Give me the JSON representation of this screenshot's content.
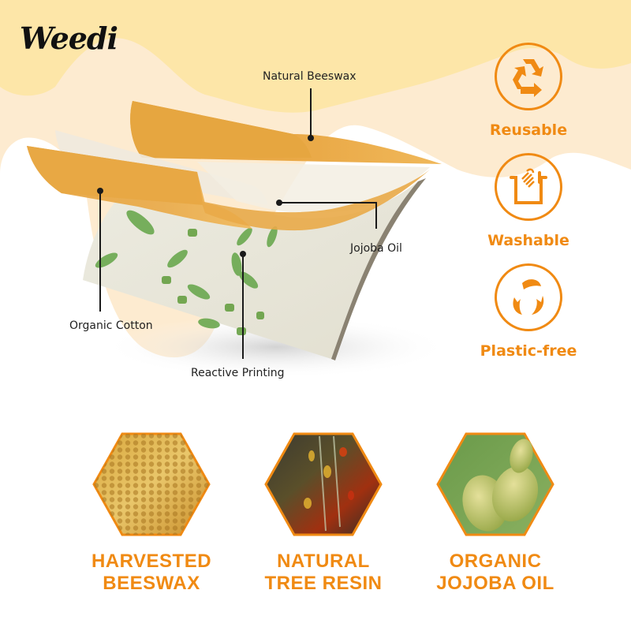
{
  "brand": {
    "logo": "Weedi"
  },
  "colors": {
    "accent": "#f08a13",
    "wax": "#e8a640",
    "bg_yellow": "#fde6a8",
    "bg_cream": "#fdebd0"
  },
  "diagram": {
    "callouts": [
      {
        "id": "natural-beeswax",
        "label": "Natural Beeswax"
      },
      {
        "id": "jojoba-oil",
        "label": "Jojoba Oil"
      },
      {
        "id": "organic-cotton",
        "label": "Organic Cotton"
      },
      {
        "id": "reactive-printing",
        "label": "Reactive Printing"
      }
    ]
  },
  "features": [
    {
      "icon": "recycle-icon",
      "label": "Reusable"
    },
    {
      "icon": "hand-wash-icon",
      "label": "Washable"
    },
    {
      "icon": "leaf-cycle-icon",
      "label": "Plastic-free"
    }
  ],
  "ingredients": [
    {
      "image": "honeycomb-image",
      "line1": "HARVESTED",
      "line2": "BEESWAX"
    },
    {
      "image": "tree-resin-image",
      "line1": "NATURAL",
      "line2": "TREE RESIN"
    },
    {
      "image": "jojoba-fruit-image",
      "line1": "ORGANIC",
      "line2": "JOJOBA OIL"
    }
  ]
}
